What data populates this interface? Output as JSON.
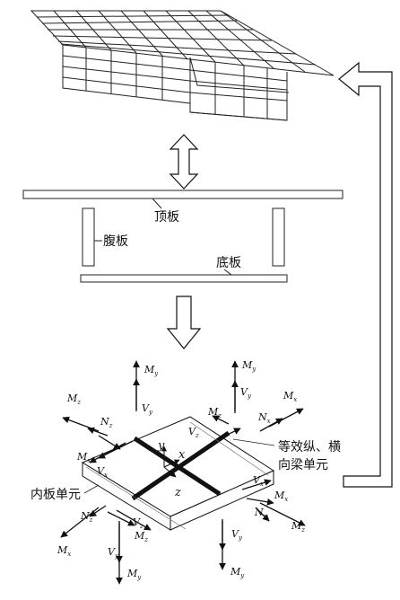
{
  "labels": {
    "top_slab": "顶板",
    "web": "腹板",
    "bottom_slab": "底板",
    "equivalent_beam_1": "等效纵、横",
    "equivalent_beam_2": "向梁单元",
    "inner_plate": "内板单元"
  },
  "axes": {
    "x": "x",
    "y": "y",
    "z": "z"
  },
  "forces": [
    {
      "id": "my-top-left",
      "sym": "M",
      "sub": "y"
    },
    {
      "id": "mz-top-left",
      "sym": "M",
      "sub": "z"
    },
    {
      "id": "vy-top-left",
      "sym": "V",
      "sub": "y"
    },
    {
      "id": "nz-top-left",
      "sym": "N",
      "sub": "z"
    },
    {
      "id": "mx-top-left",
      "sym": "M",
      "sub": "x"
    },
    {
      "id": "vx-top-left",
      "sym": "V",
      "sub": "x"
    },
    {
      "id": "my-top-right",
      "sym": "M",
      "sub": "y"
    },
    {
      "id": "vy-top-right",
      "sym": "V",
      "sub": "y"
    },
    {
      "id": "mx-top-right",
      "sym": "M",
      "sub": "x"
    },
    {
      "id": "mz-top-right",
      "sym": "M",
      "sub": "z"
    },
    {
      "id": "nx-top-right",
      "sym": "N",
      "sub": "x"
    },
    {
      "id": "vz-top",
      "sym": "V",
      "sub": "z"
    },
    {
      "id": "vx-right",
      "sym": "V",
      "sub": "x"
    },
    {
      "id": "mx-right",
      "sym": "M",
      "sub": "x"
    },
    {
      "id": "nz-right",
      "sym": "N",
      "sub": "z"
    },
    {
      "id": "mz-right",
      "sym": "M",
      "sub": "z"
    },
    {
      "id": "vy-bottom-right",
      "sym": "V",
      "sub": "y"
    },
    {
      "id": "my-bottom-right",
      "sym": "M",
      "sub": "y"
    },
    {
      "id": "nz-bottom-left",
      "sym": "N",
      "sub": "z"
    },
    {
      "id": "mx-bottom-left",
      "sym": "M",
      "sub": "x"
    },
    {
      "id": "vz-bottom",
      "sym": "V",
      "sub": "z"
    },
    {
      "id": "mz-bottom-left",
      "sym": "M",
      "sub": "z"
    },
    {
      "id": "vy-bottom-left",
      "sym": "V",
      "sub": "y"
    },
    {
      "id": "my-bottom-left",
      "sym": "M",
      "sub": "y"
    }
  ]
}
